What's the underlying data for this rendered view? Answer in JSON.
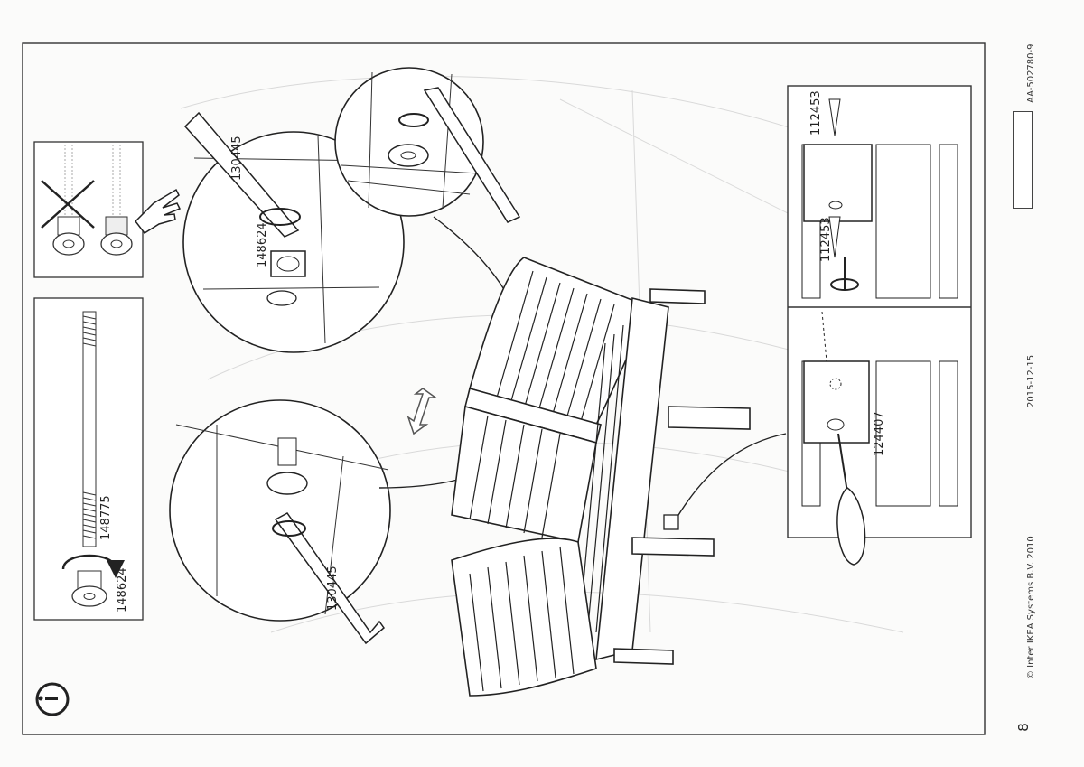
{
  "page_number": "8",
  "copyright": "© Inter IKEA Systems B.V. 2010",
  "date": "2015-12-15",
  "doc_code": "AA-502780-9",
  "part_labels": {
    "allen_key_top": "130445",
    "barrel_nut_top": "148624",
    "bolt_left": "148775",
    "barrel_nut_left": "148624",
    "allen_key_bottom": "130445",
    "screw_top": "112453",
    "screw_middle": "112453",
    "bracket_insert": "124407"
  },
  "icons": {
    "info": "info-icon",
    "pointing_hand": "pointing-hand-icon",
    "wrong_cross": "cross-icon",
    "rotate": "rotate-arrow-icon",
    "move": "double-arrow-icon"
  }
}
